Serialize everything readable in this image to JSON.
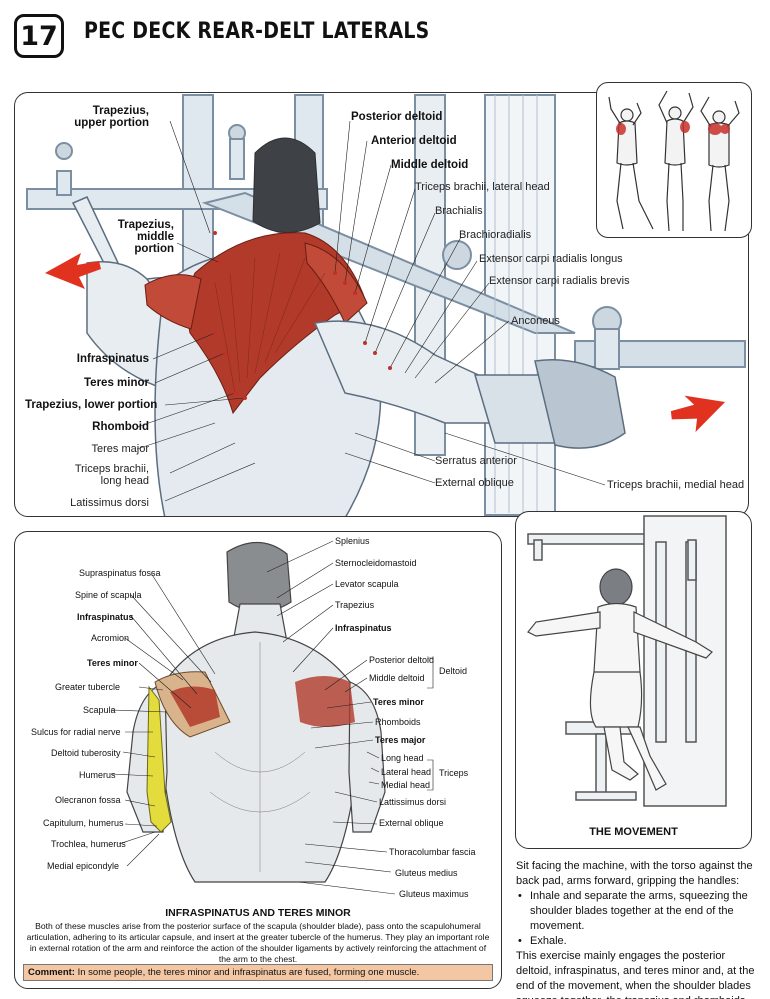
{
  "header": {
    "number": "17",
    "title": "PEC DECK REAR-DELT LATERALS"
  },
  "main_labels": {
    "trap_upper": "Trapezius,\nupper portion",
    "trap_middle": "Trapezius,\nmiddle\nportion",
    "infraspinatus": "Infraspinatus",
    "teres_minor": "Teres minor",
    "trap_lower": "Trapezius, lower portion",
    "rhomboid": "Rhomboid",
    "teres_major": "Teres major",
    "triceps_long": "Triceps brachii,\nlong head",
    "latissimus": "Latissimus dorsi",
    "posterior_deltoid": "Posterior deltoid",
    "anterior_deltoid": "Anterior deltoid",
    "middle_deltoid": "Middle deltoid",
    "triceps_lateral": "Triceps brachii, lateral head",
    "brachialis": "Brachialis",
    "brachioradialis": "Brachioradialis",
    "ecr_longus": "Extensor carpi radialis longus",
    "ecr_brevis": "Extensor carpi radialis brevis",
    "anconeus": "Anconeus",
    "serratus": "Serratus anterior",
    "external_oblique": "External oblique",
    "triceps_medial": "Triceps brachii, medial head"
  },
  "anatomy": {
    "left_labels": {
      "supraspinatus_fossa": "Supraspinatus fossa",
      "spine_scapula": "Spine of scapula",
      "infraspinatus": "Infraspinatus",
      "acromion": "Acromion",
      "teres_minor": "Teres minor",
      "greater_tubercle": "Greater tubercle",
      "scapula": "Scapula",
      "sulcus": "Sulcus for radial nerve",
      "deltoid_tuberosity": "Deltoid tuberosity",
      "humerus": "Humerus",
      "olecranon": "Olecranon fossa",
      "capitulum": "Capitulum, humerus",
      "trochlea": "Trochlea, humerus",
      "medial_epicondyle": "Medial epicondyle"
    },
    "right_labels": {
      "splenius": "Splenius",
      "sternocleidomastoid": "Sternocleidomastoid",
      "levator_scapula": "Levator scapula",
      "trapezius": "Trapezius",
      "infraspinatus": "Infraspinatus",
      "posterior_deltoid": "Posterior deltoid",
      "middle_deltoid": "Middle deltoid",
      "deltoid": "Deltoid",
      "teres_minor": "Teres minor",
      "rhomboids": "Rhomboids",
      "teres_major": "Teres major",
      "long_head": "Long head",
      "lateral_head": "Lateral head",
      "medial_head": "Medial head",
      "triceps": "Triceps",
      "lattissimus": "Lattissimus dorsi",
      "external_oblique": "External oblique",
      "thoracolumbar": "Thoracolumbar fascia",
      "gluteus_medius": "Gluteus medius",
      "gluteus_maximus": "Gluteus maximus"
    },
    "title": "INFRASPINATUS AND TERES MINOR",
    "description": "Both of these muscles arise from the posterior surface of the scapula (shoulder blade), pass onto the scapulohumeral articulation, adhering to its articular capsule, and insert at the greater tubercle of the humerus. They play an important role in external rotation of the arm and reinforce the action of the shoulder ligaments by actively reinforcing the attachment of the arm to the chest.",
    "comment_label": "Comment:",
    "comment_text": " In some people, the teres minor and infraspinatus are fused, forming one muscle."
  },
  "movement": {
    "label": "THE MOVEMENT"
  },
  "instructions": {
    "intro": "Sit facing the machine, with the torso against the back pad, arms forward, gripping the handles:",
    "steps": [
      "Inhale and separate the arms, squeezing the shoulder blades together at the end of the movement.",
      "Exhale."
    ],
    "closing": "This exercise mainly engages the posterior deltoid, infraspinatus, and teres minor and, at the end of the movement, when the shoulder blades squeeze together, the trapezius and rhomboids."
  },
  "colors": {
    "arrow": "#e0321e",
    "muscle": "#b23a2a",
    "bone": "#e3dc3c",
    "comment_bg": "#f3c7a3"
  }
}
